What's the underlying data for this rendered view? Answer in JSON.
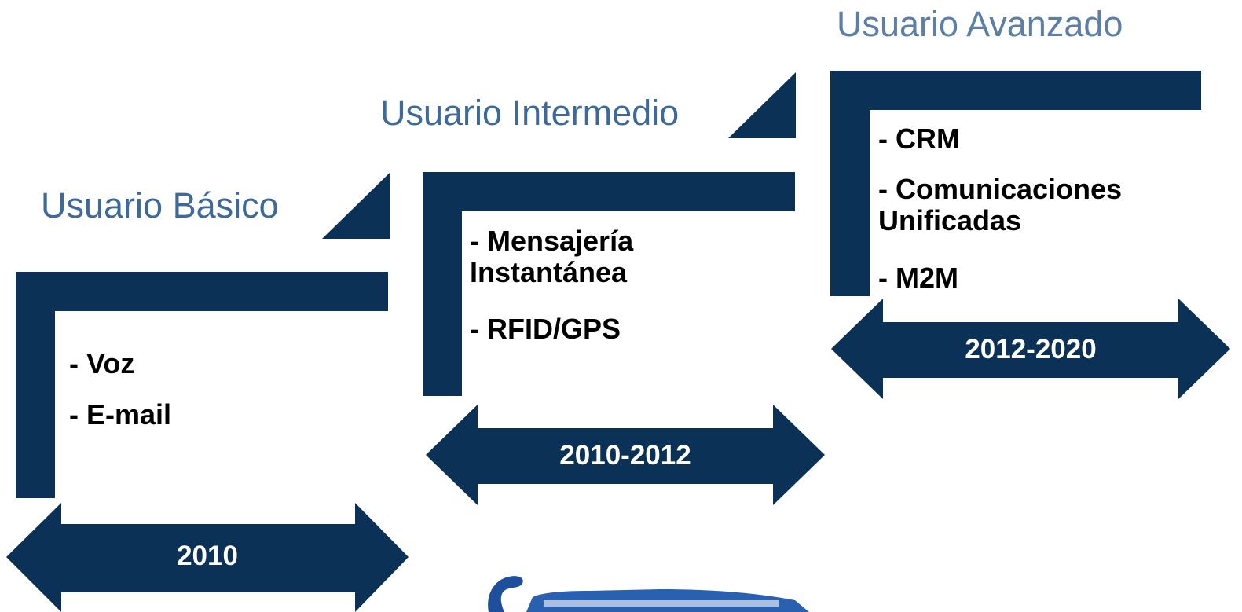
{
  "colors": {
    "navy": "#0c3156",
    "title_blue": "#3d6a9a",
    "item_text": "#000000",
    "arrow_text": "#ffffff"
  },
  "stages": [
    {
      "title": "Usuario Básico",
      "items": [
        "- Voz",
        "- E-mail"
      ],
      "period": "2010"
    },
    {
      "title": "Usuario Intermedio",
      "items": [
        "- Mensajería\nInstantánea",
        "- RFID/GPS"
      ],
      "period": "2010-2012"
    },
    {
      "title": "Usuario Avanzado",
      "items": [
        "- CRM",
        "- Comunicaciones\nUnificadas",
        "- M2M"
      ],
      "period": "2012-2020"
    }
  ]
}
